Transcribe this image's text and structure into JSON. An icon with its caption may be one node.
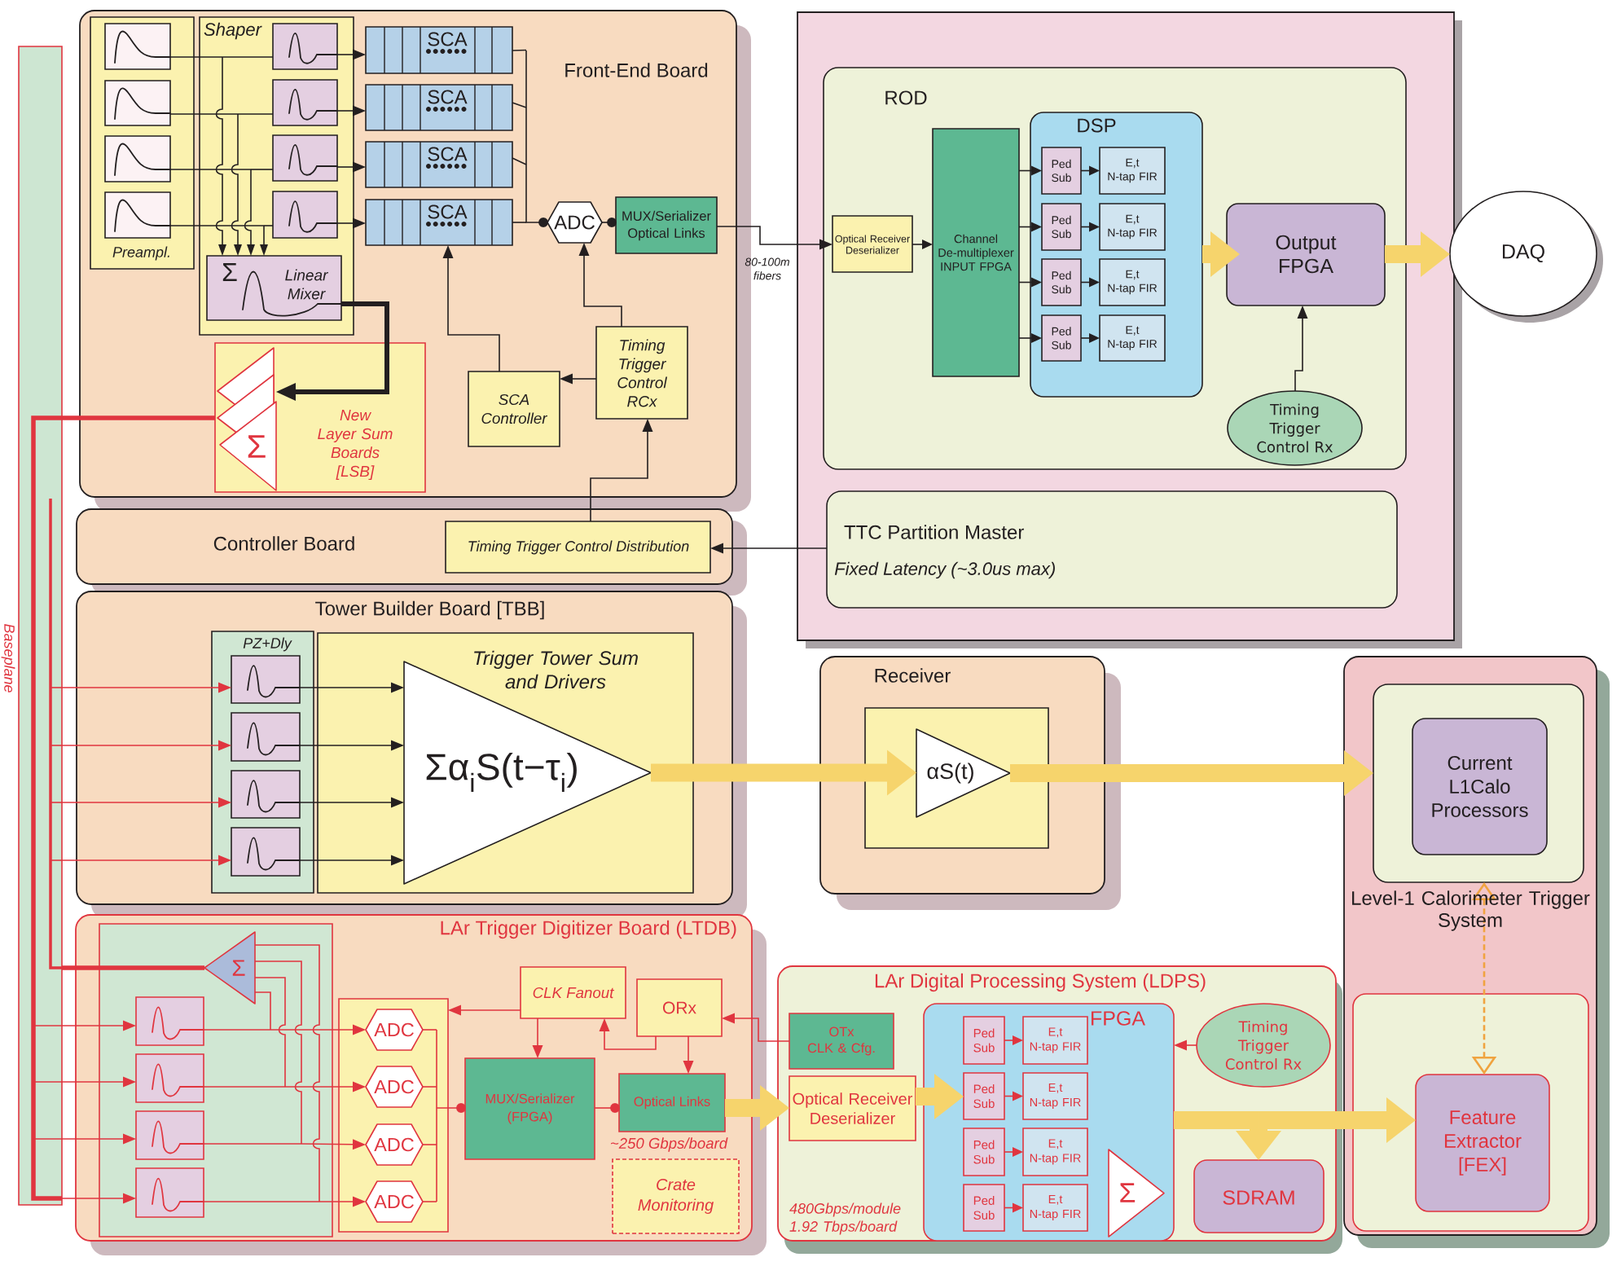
{
  "diagram": {
    "nodes": [
      {
        "text": [
          "Baseplane"
        ]
      },
      {
        "text": [
          "Front-End Board"
        ]
      },
      {
        "text": [
          "Preampl."
        ],
        "in": 1
      },
      {
        "text": [],
        "shape": "box",
        "in": 2
      },
      {
        "text": [],
        "shape": "box",
        "in": 2
      },
      {
        "text": [],
        "shape": "box",
        "in": 2
      },
      {
        "text": [],
        "shape": "box",
        "in": 2
      },
      {
        "text": [
          "Shaper"
        ],
        "in": 1
      },
      {
        "text": [],
        "shape": "box",
        "in": 7
      },
      {
        "text": [],
        "shape": "box",
        "in": 7
      },
      {
        "text": [],
        "shape": "box",
        "in": 7
      },
      {
        "text": [],
        "shape": "box",
        "in": 7
      },
      {
        "text": [
          "Σ",
          "Linear Mixer"
        ],
        "in": 7
      },
      {
        "text": [
          "SCA"
        ],
        "in": 1
      },
      {
        "text": [
          "SCA"
        ],
        "in": 1
      },
      {
        "text": [
          "SCA"
        ],
        "in": 1
      },
      {
        "text": [
          "SCA"
        ],
        "in": 1
      },
      {
        "text": [
          "ADC"
        ],
        "in": 1
      },
      {
        "text": [
          "MUX/Serializer Optical Links"
        ],
        "in": 1
      },
      {
        "text": [
          "SCA Controller"
        ],
        "in": 1
      },
      {
        "text": [
          "Timing Trigger Control RCx"
        ],
        "in": 1
      },
      {
        "text": [
          "Σ",
          "New Layer Sum Boards [LSB]"
        ],
        "in": 1
      },
      {
        "text": [],
        "shape": "box"
      },
      {
        "text": [
          "ROD"
        ],
        "in": 22
      },
      {
        "text": [
          "Optical Receiver Deserializer"
        ],
        "in": 23
      },
      {
        "text": [
          "Channel De-multiplexer INPUT FPGA"
        ],
        "in": 23
      },
      {
        "text": [
          "DSP"
        ],
        "in": 23
      },
      {
        "text": [
          "Ped Sub"
        ],
        "in": 26
      },
      {
        "text": [
          "E,t N-tap FIR"
        ],
        "in": 26
      },
      {
        "text": [
          "Ped Sub"
        ],
        "in": 26
      },
      {
        "text": [
          "E,t N-tap FIR"
        ],
        "in": 26
      },
      {
        "text": [
          "Ped Sub"
        ],
        "in": 26
      },
      {
        "text": [
          "E,t N-tap FIR"
        ],
        "in": 26
      },
      {
        "text": [
          "Ped Sub"
        ],
        "in": 26
      },
      {
        "text": [
          "E,t N-tap FIR"
        ],
        "in": 26
      },
      {
        "text": [
          "Output FPGA"
        ],
        "in": 23
      },
      {
        "text": [
          "Timing Trigger Control Rx"
        ],
        "in": 23
      },
      {
        "text": [
          "DAQ"
        ]
      },
      {
        "text": [
          "TTC Partition Master"
        ],
        "in": 22
      },
      {
        "text": [
          "Controller Board"
        ]
      },
      {
        "text": [
          "Timing Trigger Control Distribution"
        ],
        "in": 39
      },
      {
        "text": [
          "Tower Builder Board [TBB]"
        ]
      },
      {
        "text": [
          "PZ+Dly"
        ],
        "in": 41
      },
      {
        "text": [],
        "shape": "box",
        "in": 42
      },
      {
        "text": [],
        "shape": "box",
        "in": 42
      },
      {
        "text": [],
        "shape": "box",
        "in": 42
      },
      {
        "text": [],
        "shape": "box",
        "in": 42
      },
      {
        "text": [
          "Trigger Tower Sum and Drivers"
        ],
        "in": 41
      },
      {
        "text": [
          "Σα$_{i}$S(t−τ$_{i}$)"
        ],
        "in": 47
      },
      {
        "text": [
          "Receiver"
        ]
      },
      {
        "text": [],
        "shape": "box",
        "in": 49
      },
      {
        "text": [
          "αS(t)"
        ],
        "in": 50
      },
      {
        "text": [
          "Level-1 Calorimeter Trigger System"
        ]
      },
      {
        "text": [],
        "shape": "box",
        "in": 52
      },
      {
        "text": [
          "Current L1Calo Processors"
        ],
        "in": 53
      },
      {
        "text": [
          "LAr Trigger Digitizer Board (LTDB)"
        ]
      },
      {
        "text": [],
        "shape": "box",
        "in": 55
      },
      {
        "text": [
          "Σ"
        ],
        "in": 56
      },
      {
        "text": [],
        "shape": "box",
        "in": 56
      },
      {
        "text": [],
        "shape": "box",
        "in": 56
      },
      {
        "text": [],
        "shape": "box",
        "in": 56
      },
      {
        "text": [],
        "shape": "box",
        "in": 56
      },
      {
        "text": [],
        "shape": "box",
        "in": 55
      },
      {
        "text": [
          "ADC"
        ],
        "in": 62
      },
      {
        "text": [
          "ADC"
        ],
        "in": 62
      },
      {
        "text": [
          "ADC"
        ],
        "in": 62
      },
      {
        "text": [
          "ADC"
        ],
        "in": 62
      },
      {
        "text": [
          "CLK Fanout"
        ],
        "in": 55
      },
      {
        "text": [
          "ORx"
        ],
        "in": 55
      },
      {
        "text": [
          "MUX/Serializer (FPGA)"
        ],
        "in": 55
      },
      {
        "text": [
          "Optical Links"
        ],
        "in": 55,
        "beside": [
          "~250 Gbps/board"
        ]
      },
      {
        "text": [
          "Crate Monitoring"
        ],
        "in": 55
      },
      {
        "text": [
          "LAr Digital Processing System (LDPS)",
          "480Gbps/module 1.92 Tbps/board"
        ]
      },
      {
        "text": [
          "OTx CLK & Cfg."
        ],
        "in": 72
      },
      {
        "text": [
          "Optical Receiver Deserializer"
        ],
        "in": 72
      },
      {
        "text": [
          "FPGA"
        ],
        "in": 72
      },
      {
        "text": [
          "Ped Sub"
        ],
        "in": 75
      },
      {
        "text": [
          "E,t N-tap FIR"
        ],
        "in": 75
      },
      {
        "text": [
          "Ped Sub"
        ],
        "in": 75
      },
      {
        "text": [
          "E,t N-tap FIR"
        ],
        "in": 75
      },
      {
        "text": [
          "Ped Sub"
        ],
        "in": 75
      },
      {
        "text": [
          "E,t N-tap FIR"
        ],
        "in": 75
      },
      {
        "text": [
          "Ped Sub"
        ],
        "in": 75
      },
      {
        "text": [
          "E,t N-tap FIR"
        ],
        "in": 75
      },
      {
        "text": [
          "Σ"
        ],
        "in": 75
      },
      {
        "text": [
          "Timing Trigger Control Rx"
        ],
        "in": 72
      },
      {
        "text": [
          "SDRAM"
        ],
        "in": 72
      },
      {
        "text": [],
        "shape": "box",
        "in": 52
      },
      {
        "text": [
          "Feature Extractor [FEX]"
        ],
        "in": 87
      }
    ],
    "edges": [
      {
        "from": 3,
        "to": 8,
        "arrow": "none"
      },
      {
        "from": 4,
        "to": 9,
        "arrow": "none"
      },
      {
        "from": 5,
        "to": 10,
        "arrow": "none"
      },
      {
        "from": 6,
        "to": 11,
        "arrow": "none"
      },
      {
        "from": 8,
        "to": 13,
        "arrow": "to"
      },
      {
        "from": 9,
        "to": 14,
        "arrow": "to"
      },
      {
        "from": 10,
        "to": 15,
        "arrow": "to"
      },
      {
        "from": 11,
        "to": 16,
        "arrow": "to"
      },
      {
        "from": 3,
        "to": 12,
        "arrow": "to"
      },
      {
        "from": 4,
        "to": 12,
        "arrow": "to"
      },
      {
        "from": 5,
        "to": 12,
        "arrow": "to"
      },
      {
        "from": 6,
        "to": 12,
        "arrow": "to"
      },
      {
        "from": 13,
        "to": 17,
        "arrow": "other"
      },
      {
        "from": 14,
        "to": 17,
        "arrow": "other"
      },
      {
        "from": 15,
        "to": 17,
        "arrow": "other"
      },
      {
        "from": 16,
        "to": 17,
        "arrow": "other"
      },
      {
        "from": 17,
        "to": 18,
        "arrow": "other"
      },
      {
        "from": 12,
        "to": 21,
        "arrow": "to",
        "style": "thick"
      },
      {
        "from": 19,
        "to": 16,
        "arrow": "to"
      },
      {
        "from": 20,
        "to": 17,
        "arrow": "to"
      },
      {
        "from": 20,
        "to": 19,
        "arrow": "to"
      },
      {
        "from": 40,
        "to": 20,
        "arrow": "to"
      },
      {
        "from": 18,
        "to": 24,
        "arrow": "to",
        "label": "80-100m fibers"
      },
      {
        "from": 38,
        "to": 40,
        "arrow": "to",
        "label": "Fixed Latency (~3.0us max)"
      },
      {
        "from": 24,
        "to": 25,
        "arrow": "to"
      },
      {
        "from": 25,
        "to": 27,
        "arrow": "to"
      },
      {
        "from": 25,
        "to": 29,
        "arrow": "to"
      },
      {
        "from": 25,
        "to": 31,
        "arrow": "to"
      },
      {
        "from": 25,
        "to": 33,
        "arrow": "to"
      },
      {
        "from": 27,
        "to": 28,
        "arrow": "to"
      },
      {
        "from": 29,
        "to": 30,
        "arrow": "to"
      },
      {
        "from": 31,
        "to": 32,
        "arrow": "to"
      },
      {
        "from": 33,
        "to": 34,
        "arrow": "to"
      },
      {
        "from": 26,
        "to": 35,
        "arrow": "to",
        "style": "thick",
        "color": "#f6d46c"
      },
      {
        "from": 35,
        "to": 37,
        "arrow": "to",
        "style": "thick",
        "color": "#f6d46c"
      },
      {
        "from": 36,
        "to": 35,
        "arrow": "to"
      },
      {
        "from": 43,
        "to": 48,
        "arrow": "to"
      },
      {
        "from": 44,
        "to": 48,
        "arrow": "to"
      },
      {
        "from": 45,
        "to": 48,
        "arrow": "to"
      },
      {
        "from": 46,
        "to": 48,
        "arrow": "to"
      },
      {
        "from": 48,
        "to": 51,
        "arrow": "to",
        "style": "thick",
        "color": "#f6d46c"
      },
      {
        "from": 51,
        "to": 53,
        "arrow": "to",
        "style": "thick",
        "color": "#f6d46c"
      },
      {
        "from": 21,
        "to": 0,
        "arrow": "none",
        "style": "thick",
        "color": "#e0353f"
      },
      {
        "from": 0,
        "to": 58,
        "arrow": "to",
        "color": "#e0353f"
      },
      {
        "from": 0,
        "to": 59,
        "arrow": "to",
        "color": "#e0353f"
      },
      {
        "from": 0,
        "to": 60,
        "arrow": "to",
        "color": "#e0353f"
      },
      {
        "from": 0,
        "to": 61,
        "arrow": "to",
        "color": "#e0353f"
      },
      {
        "from": 57,
        "to": 0,
        "arrow": "none",
        "style": "thick",
        "color": "#e0353f"
      },
      {
        "from": 0,
        "to": 43,
        "arrow": "to",
        "color": "#e0353f"
      },
      {
        "from": 0,
        "to": 44,
        "arrow": "to",
        "color": "#e0353f"
      },
      {
        "from": 0,
        "to": 45,
        "arrow": "to",
        "color": "#e0353f"
      },
      {
        "from": 0,
        "to": 46,
        "arrow": "to",
        "color": "#e0353f"
      },
      {
        "from": 58,
        "to": 57,
        "arrow": "none",
        "color": "#e0353f"
      },
      {
        "from": 59,
        "to": 57,
        "arrow": "none",
        "color": "#e0353f"
      },
      {
        "from": 60,
        "to": 57,
        "arrow": "none",
        "color": "#e0353f"
      },
      {
        "from": 61,
        "to": 57,
        "arrow": "none",
        "color": "#e0353f"
      },
      {
        "from": 58,
        "to": 63,
        "arrow": "to",
        "color": "#e0353f"
      },
      {
        "from": 59,
        "to": 64,
        "arrow": "to",
        "color": "#e0353f"
      },
      {
        "from": 60,
        "to": 65,
        "arrow": "to",
        "color": "#e0353f"
      },
      {
        "from": 61,
        "to": 66,
        "arrow": "to",
        "color": "#e0353f"
      },
      {
        "from": 63,
        "to": 69,
        "arrow": "other",
        "color": "#e0353f"
      },
      {
        "from": 64,
        "to": 69,
        "arrow": "other",
        "color": "#e0353f"
      },
      {
        "from": 65,
        "to": 69,
        "arrow": "other",
        "color": "#e0353f"
      },
      {
        "from": 66,
        "to": 69,
        "arrow": "other",
        "color": "#e0353f"
      },
      {
        "from": 69,
        "to": 70,
        "arrow": "other",
        "color": "#e0353f"
      },
      {
        "from": 67,
        "to": 62,
        "arrow": "to",
        "color": "#e0353f"
      },
      {
        "from": 67,
        "to": 69,
        "arrow": "to",
        "color": "#e0353f"
      },
      {
        "from": 68,
        "to": 67,
        "arrow": "to",
        "color": "#e0353f"
      },
      {
        "from": 68,
        "to": 70,
        "arrow": "to",
        "color": "#e0353f"
      },
      {
        "from": 73,
        "to": 68,
        "arrow": "to",
        "color": "#e0353f"
      },
      {
        "from": 70,
        "to": 74,
        "arrow": "to",
        "style": "thick",
        "color": "#f6d46c"
      },
      {
        "from": 74,
        "to": 78,
        "arrow": "to",
        "style": "thick",
        "color": "#f6d46c"
      },
      {
        "from": 76,
        "to": 77,
        "arrow": "to",
        "color": "#e0353f"
      },
      {
        "from": 78,
        "to": 79,
        "arrow": "to",
        "color": "#e0353f"
      },
      {
        "from": 80,
        "to": 81,
        "arrow": "to",
        "color": "#e0353f"
      },
      {
        "from": 82,
        "to": 83,
        "arrow": "to",
        "color": "#e0353f"
      },
      {
        "from": 85,
        "to": 75,
        "arrow": "to",
        "color": "#e0353f"
      },
      {
        "from": 75,
        "to": 88,
        "arrow": "to",
        "style": "thick",
        "color": "#f6d46c"
      },
      {
        "from": 75,
        "to": 86,
        "arrow": "to",
        "style": "thick",
        "color": "#f6d46c"
      },
      {
        "from": 53,
        "to": 88,
        "arrow": "both",
        "style": "dashed",
        "color": "#f0a33f"
      }
    ]
  }
}
